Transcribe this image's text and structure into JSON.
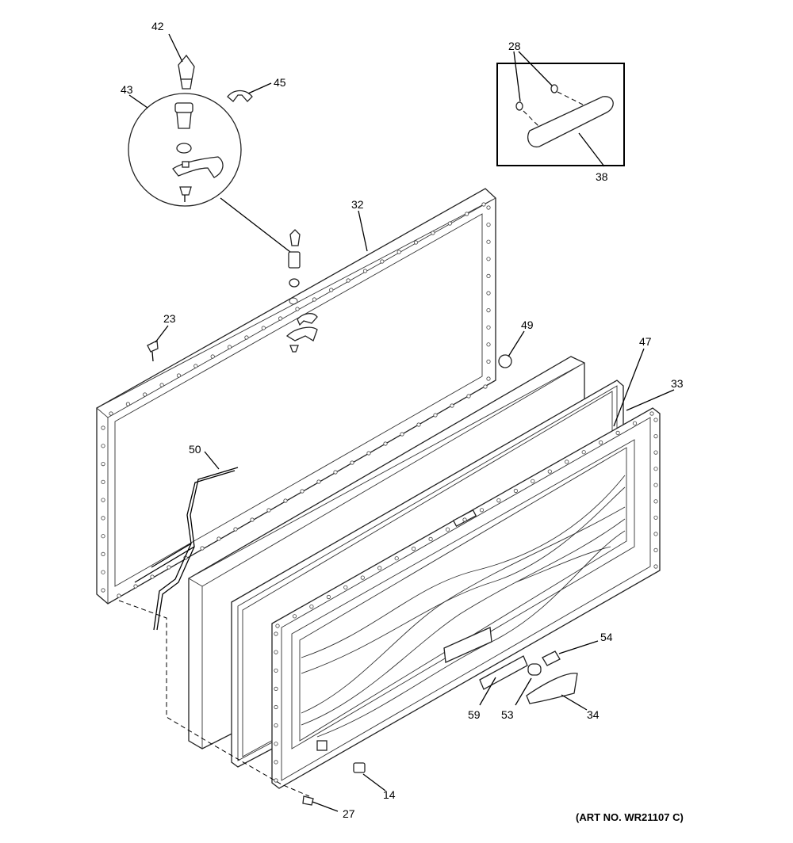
{
  "diagram": {
    "part_labels": {
      "p42": "42",
      "p45": "45",
      "p43": "43",
      "p28": "28",
      "p38": "38",
      "p32": "32",
      "p23": "23",
      "p49": "49",
      "p47": "47",
      "p33": "33",
      "p50": "50",
      "p54": "54",
      "p59": "59",
      "p53": "53",
      "p34": "34",
      "p14": "14",
      "p27": "27"
    },
    "art_number": "(ART NO. WR21107 C)"
  }
}
